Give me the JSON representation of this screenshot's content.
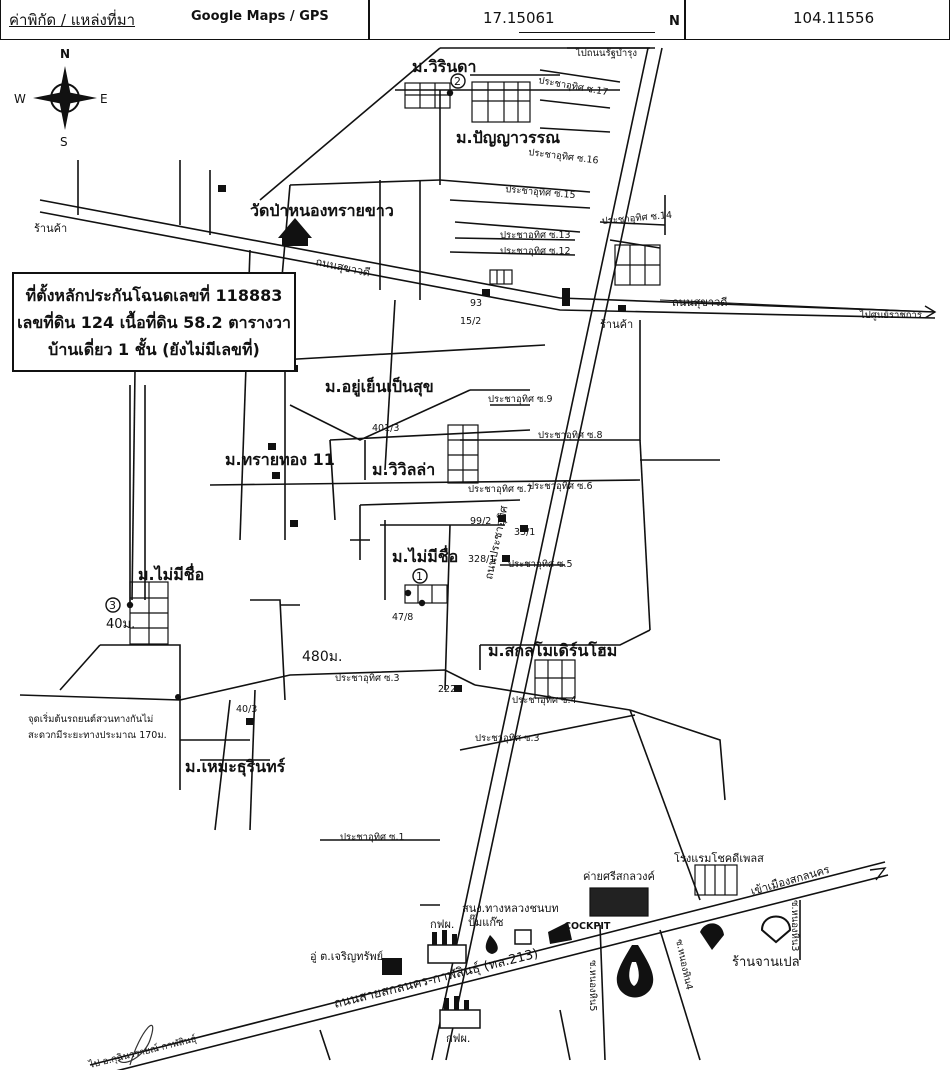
{
  "header": {
    "coord_label": "ค่าพิกัด / แหล่งที่มา",
    "source": "Google Maps / GPS",
    "latitude": "17.15061",
    "lat_unit": "N",
    "longitude": "104.11556"
  },
  "compass": {
    "n": "N",
    "s": "S",
    "e": "E",
    "w": "W"
  },
  "callout": {
    "line1": "ที่ตั้งหลักประกันโฉนดเลขที่ 118883",
    "line2": "เลขที่ดิน 124 เนื้อที่ดิน 58.2 ตารางวา",
    "line3": "บ้านเดี่ยว 1 ชั้น (ยังไม่มีเลขที่)"
  },
  "markers": {
    "m1": "1",
    "m2": "2",
    "m3": "3"
  },
  "labels": {
    "mu_warinda": "ม.วิรินดา",
    "mu_panyawaran": "ม.ปัญญาวรรณ",
    "wat": "วัดป่าหนองทรายขาว",
    "shop_left": "ร้านค้า",
    "shop_right": "ร้านค้า",
    "road_nongsaikhao": "ถนนสุขาวดี",
    "road_to_east": "ถนนสุขาวดี",
    "to_center": "ไปศูนย์ราชการ",
    "to_ratbamrung": "ไปถนนรัฐบำรุง",
    "mu_yuyen": "ม.อยู่เย็นเป็นสุข",
    "mu_saithong": "ม.ทรายทอง 11",
    "mu_villa": "ม.วิวิลล่า",
    "mu_maimeechue_c": "ม.ไม่มีชื่อ",
    "mu_maimeechue_w": "ม.ไม่มีชื่อ",
    "mu_sakon_modern": "ม.สกลโมเดิร์นโฮม",
    "mu_hemathurin": "ม.เหมะธุรินทร์",
    "dist_40": "40ม.",
    "dist_480": "480ม.",
    "note_line1": "จุดเริ่มต้นรถยนต์สวนทางกันไม่",
    "note_line2": "สะดวกมีระยะทางประมาณ 170ม.",
    "h93": "93",
    "h15_2": "15/2",
    "h401_3": "401/3",
    "h99_2": "99/2",
    "h33_1": "33/1",
    "h328_1": "328/1",
    "h47_8": "47/8",
    "h222": "222",
    "h40_3": "40/3",
    "soi17": "ประชาอุทิศ ซ.17",
    "soi16": "ประชาอุทิศ ซ.16",
    "soi15": "ประชาอุทิศ ซ.15",
    "soi14": "ประชาอุทิศ ซ.14",
    "soi13": "ประชาอุทิศ ซ.13",
    "soi12": "ประชาอุทิศ ซ.12",
    "soi9": "ประชาอุทิศ ซ.9",
    "soi8": "ประชาอุทิศ ซ.8",
    "soi7": "ประชาอุทิศ ซ.7",
    "soi6": "ประชาอุทิศ ซ.6",
    "soi5": "ประชาอุทิศ ซ.5",
    "soi4": "ประชาอุทิศ ซ.4",
    "soi3a": "ประชาอุทิศ ซ.3",
    "soi3b": "ประชาอุทิศ ซ.3",
    "soi1": "ประชาอุทิศ ซ.1",
    "road_prachauthit": "ถนนประชาอุทิศ",
    "hotel": "โรงแรมโชคดีเพลส",
    "camp": "ค่ายศรีสกลวงค์",
    "police": "สนง.ทางหลวงชนบท",
    "gas": "ปั๊มแก๊ซ",
    "cockpit": "COCKPIT",
    "pea1": "กฟผ.",
    "pea2": "กฟผ.",
    "garage": "อู่ ต.เจริญทรัพย์",
    "shop_janpen": "ร้านจานเปล",
    "to_city": "เข้าเมืองสกลนคร",
    "main_road": "ถนนสายสกลนคร-กาฬสินธุ์ (ทล.213)",
    "to_kalasin": "ไป อ.กุฉินารายณ์ กาฬสินธุ์",
    "soi_nonghan3": "ซ.หนองหิน3",
    "soi_nonghan4": "ซ.หนองหิน4",
    "soi_nonghan5": "ซ.หนองหิน5"
  }
}
